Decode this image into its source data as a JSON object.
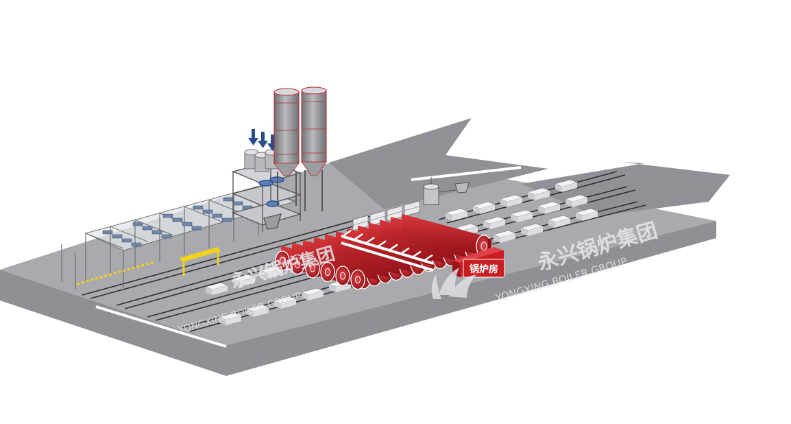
{
  "labels": {
    "boiler_room": "锅炉房"
  },
  "watermark": {
    "chinese": "永兴锅炉集团",
    "english": "YONGXING BOILER GROUP",
    "logo": "yongxing-leaf-logo"
  },
  "colors": {
    "floor": "#a9aaae",
    "floor_side": "#8e9094",
    "arrow": "#8f9196",
    "autoclave": "#b8191f",
    "autoclave_dark": "#7e0f13",
    "boiler_room": "#c81d22",
    "silo": "#8a8c90",
    "silo_outline": "#c0262c",
    "arrow_down": "#2a4d8c",
    "crane": "#f2d21b",
    "watermark": "#dfe1e6"
  }
}
